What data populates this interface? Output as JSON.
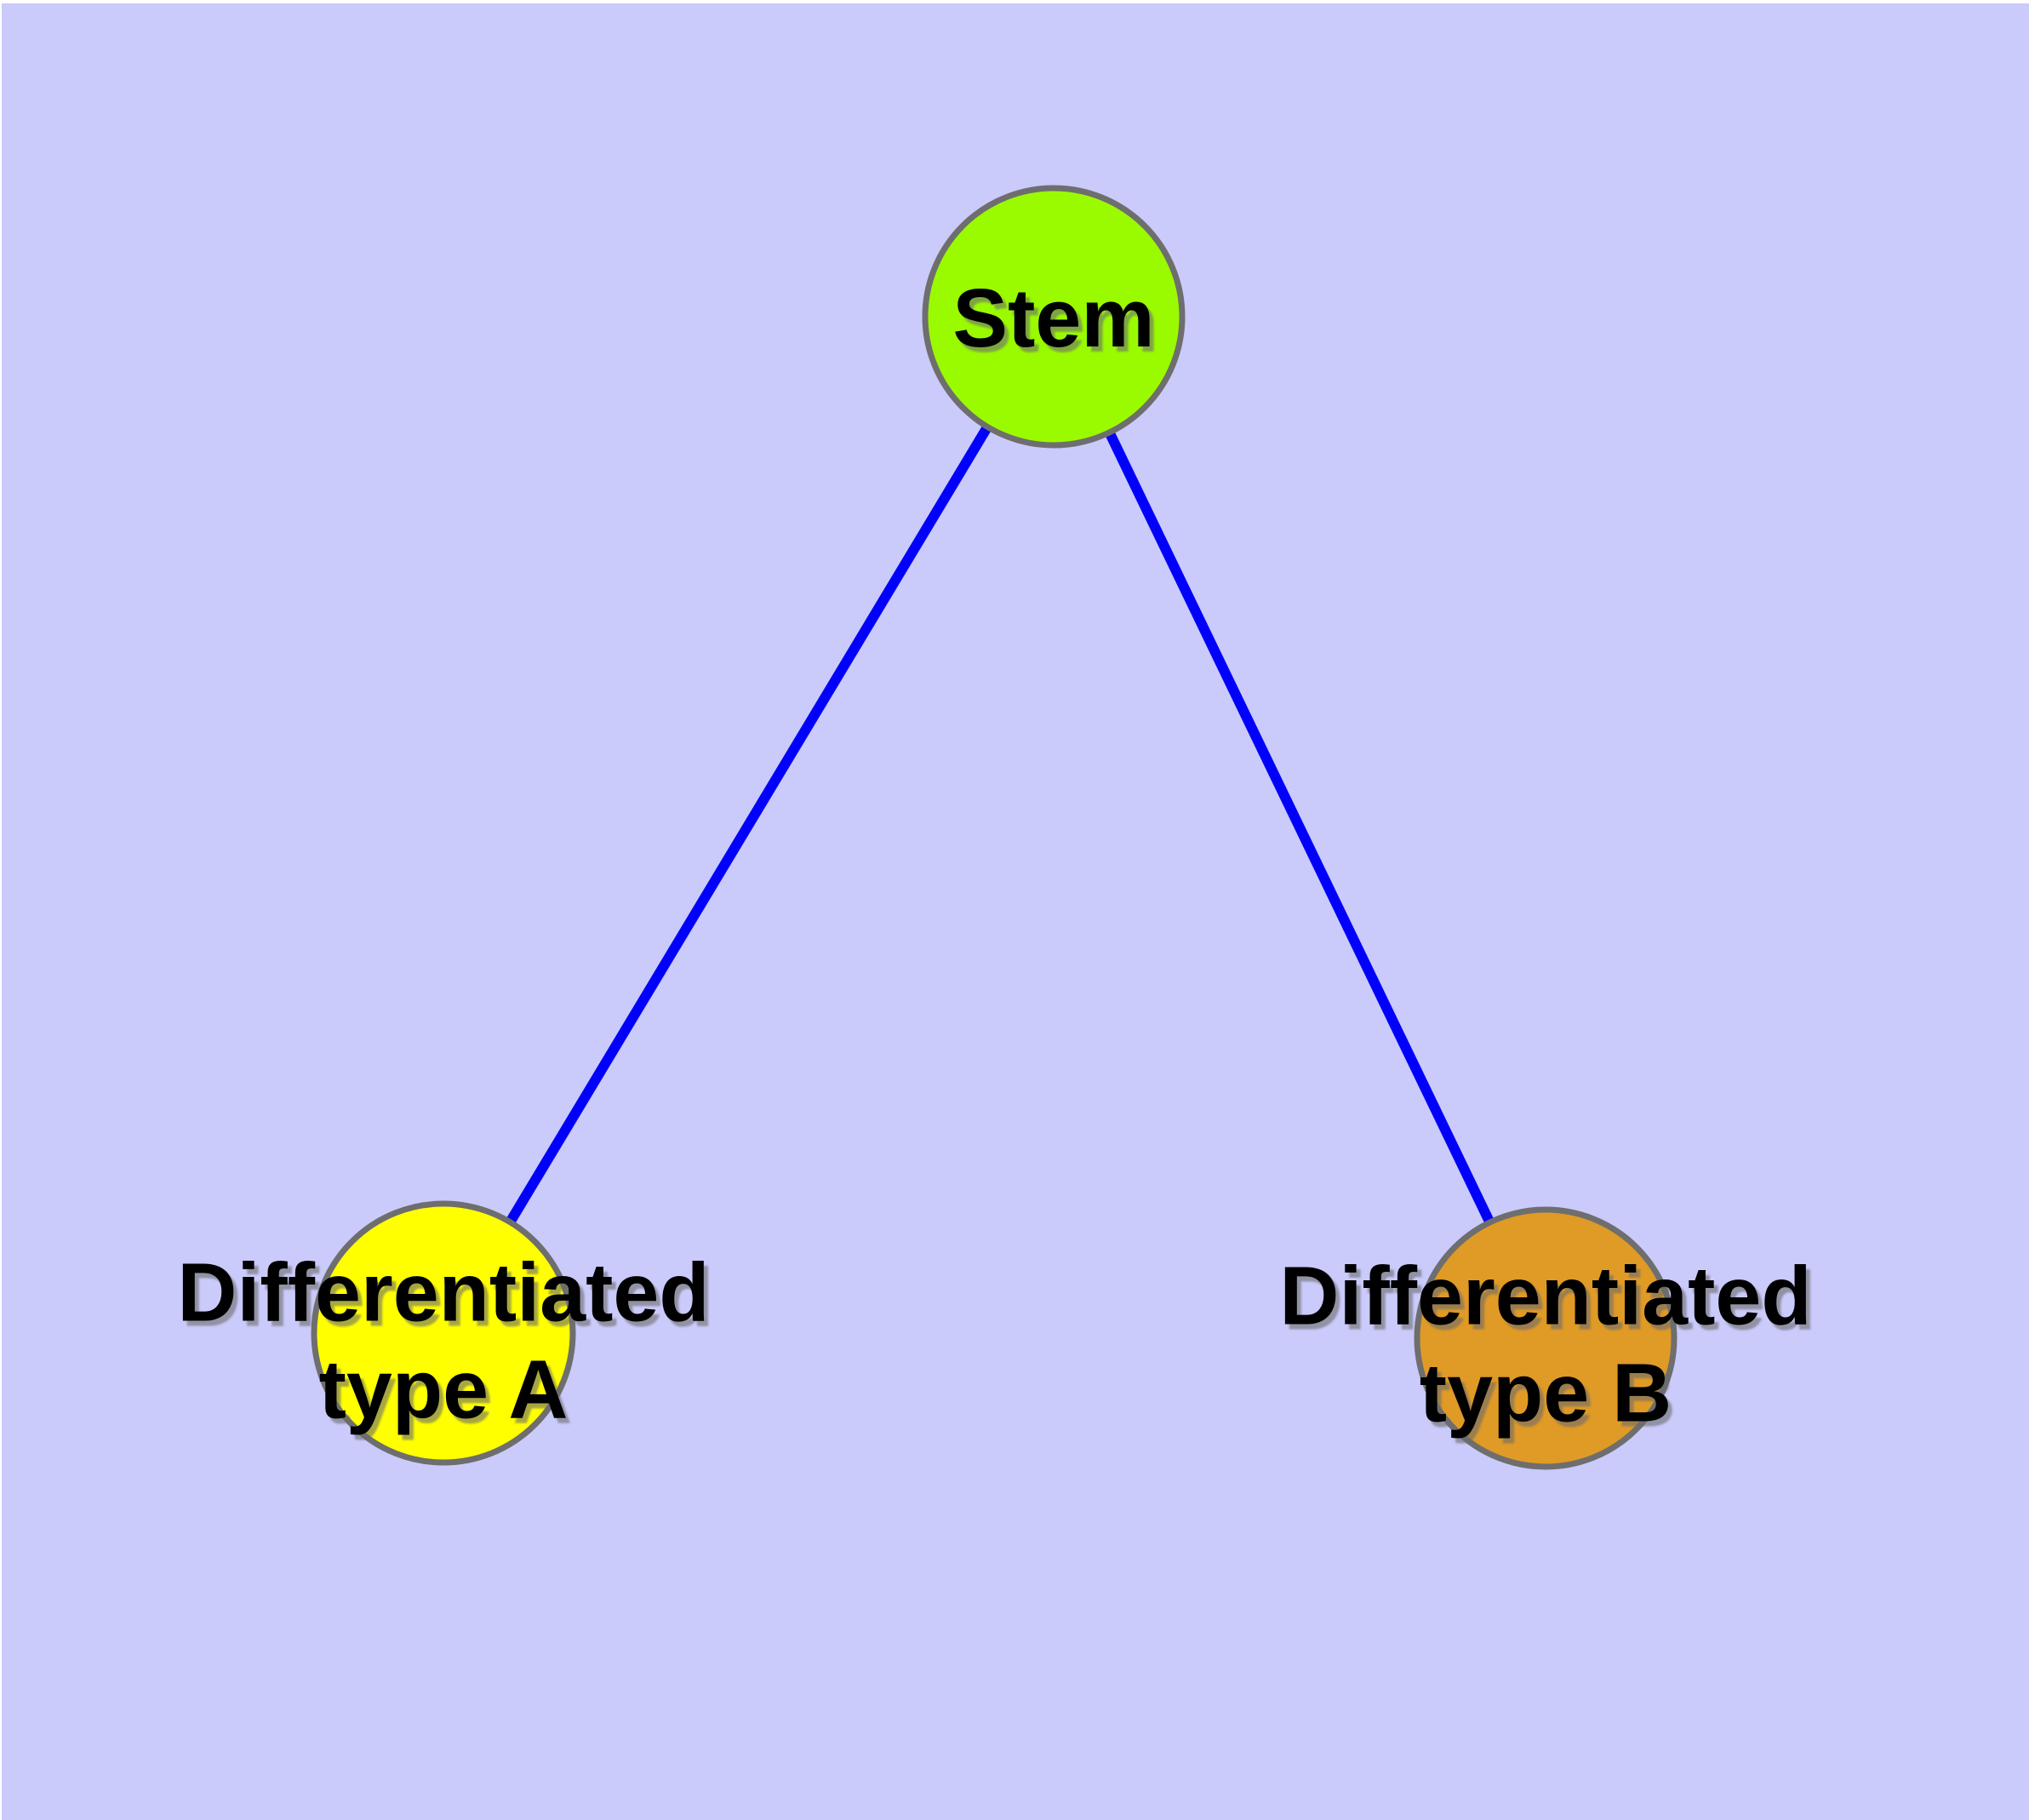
{
  "diagram": {
    "type": "graph",
    "background_color": "#CACAFB",
    "margin_color": "#FFFFFF",
    "edge_color": "#0101FB",
    "node_border_color": "#6E6E6E",
    "label_color": "#000000",
    "nodes": [
      {
        "id": "stem",
        "label": "Stem",
        "fill": "#9AFB00"
      },
      {
        "id": "type-a",
        "label_line1": "Differentiated",
        "label_line2": "type A",
        "fill": "#FFFF00"
      },
      {
        "id": "type-b",
        "label_line1": "Differentiated",
        "label_line2": "type B",
        "fill": "#E09A26"
      }
    ],
    "edges": [
      {
        "from": "Stem",
        "to": "Differentiated type A"
      },
      {
        "from": "Stem",
        "to": "Differentiated type B"
      }
    ]
  }
}
